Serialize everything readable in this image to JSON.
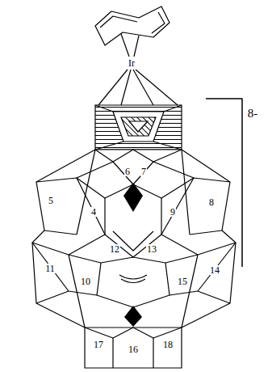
{
  "diagram": {
    "labels": [
      "Ir",
      "8-",
      "6",
      "7",
      "5",
      "4",
      "9",
      "8",
      "12",
      "13",
      "11",
      "10",
      "15",
      "14",
      "17",
      "16",
      "18"
    ]
  }
}
